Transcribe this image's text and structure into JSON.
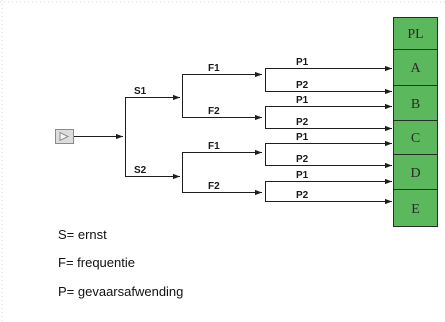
{
  "diagram": {
    "severity": [
      {
        "label": "S1",
        "frequency": [
          {
            "label": "F1",
            "avoidance": [
              "P1",
              "P2"
            ]
          },
          {
            "label": "F2",
            "avoidance": [
              "P1",
              "P2"
            ]
          }
        ]
      },
      {
        "label": "S2",
        "frequency": [
          {
            "label": "F1",
            "avoidance": [
              "P1",
              "P2"
            ]
          },
          {
            "label": "F2",
            "avoidance": [
              "P1",
              "P2"
            ]
          }
        ]
      }
    ],
    "performance_level": {
      "header": "PL",
      "levels": [
        "A",
        "B",
        "C",
        "D",
        "E"
      ]
    }
  },
  "legend": {
    "severity": "S= ernst",
    "frequency": "F= frequentie",
    "avoidance": "P= gevaarsafwending"
  },
  "icons": {
    "start_node": "play-icon"
  },
  "colors": {
    "level_fill": "#5cb85c",
    "level_border": "#2b2b2b",
    "line": "#1e1e1e",
    "start_node_fill": "#dcdcdc"
  }
}
